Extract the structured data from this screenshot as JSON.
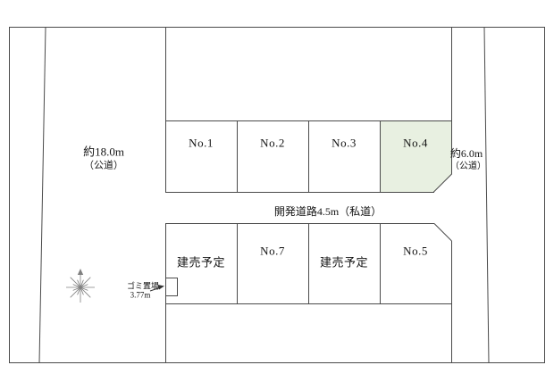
{
  "colors": {
    "line": "#4a4a4a",
    "background": "#ffffff",
    "text": "#141414",
    "lot4_fill": "#e8f0e1"
  },
  "diagram": {
    "left_road": {
      "distance": "約18.0m",
      "kind": "（公道）"
    },
    "right_road": {
      "distance": "約6.0m",
      "kind": "（公道）"
    },
    "center_road_label": "開発道路4.5m（私道）",
    "top_lots": [
      {
        "label": "No.1"
      },
      {
        "label": "No.2"
      },
      {
        "label": "No.3"
      },
      {
        "label": "No.4",
        "highlighted": true
      }
    ],
    "bottom_lots": [
      {
        "label": "建売予定"
      },
      {
        "label": "No.7"
      },
      {
        "label": "建売予定"
      },
      {
        "label": "No.5"
      }
    ],
    "garbage": {
      "label": "ゴミ置場",
      "width": "3.77m"
    },
    "icons": {
      "compass": "compass-star",
      "arrow": "right-arrow"
    }
  }
}
